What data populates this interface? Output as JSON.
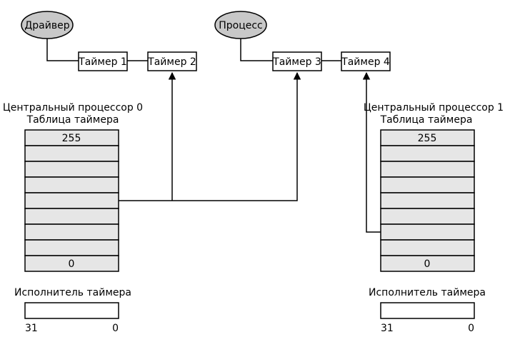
{
  "nodes": {
    "driver": "Драйвер",
    "process": "Процесс",
    "timer1": "Таймер 1",
    "timer2": "Таймер 2",
    "timer3": "Таймер 3",
    "timer4": "Таймер 4"
  },
  "cpu0": {
    "title_line1": "Центральный процессор 0",
    "title_line2": "Таблица таймера",
    "top_value": "255",
    "bottom_value": "0",
    "executor_label": "Исполнитель таймера",
    "reg_left": "31",
    "reg_right": "0"
  },
  "cpu1": {
    "title_line1": "Центральный процессор 1",
    "title_line2": "Таблица таймера",
    "top_value": "255",
    "bottom_value": "0",
    "executor_label": "Исполнитель таймера",
    "reg_left": "31",
    "reg_right": "0"
  },
  "colors": {
    "oval_fill": "#c8c8c8",
    "table_fill": "#e6e6e6",
    "stroke": "#000000"
  }
}
